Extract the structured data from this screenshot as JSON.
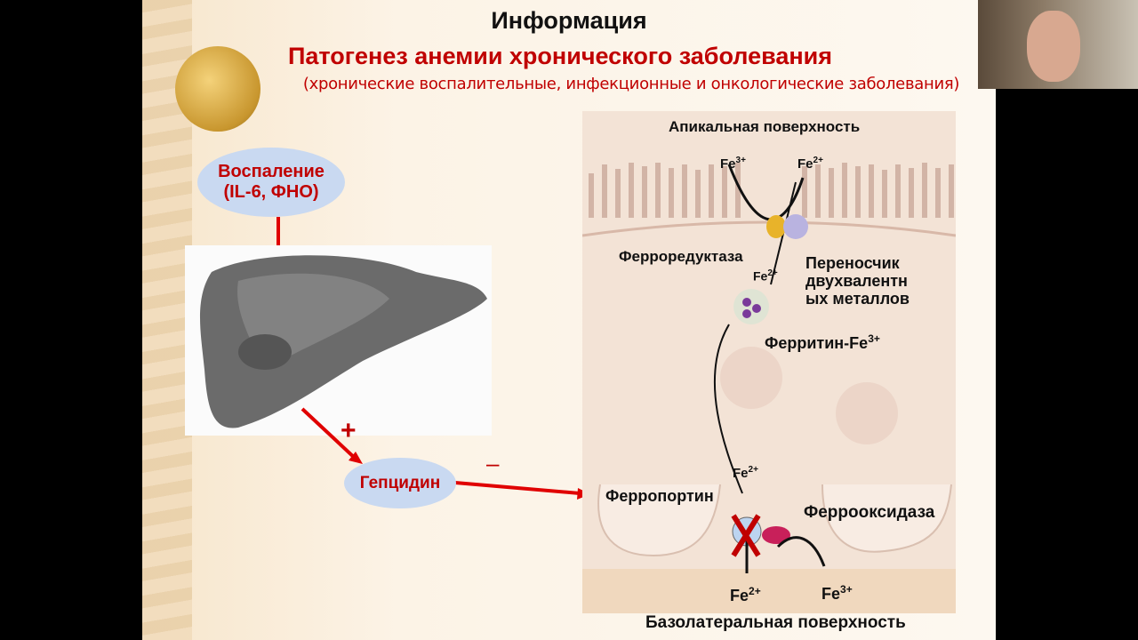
{
  "slide": {
    "heading": "Информация",
    "title": "Патогенез анемии хронического заболевания",
    "subtitle": "(хронические воспалительные, инфекционные и онкологические заболевания)",
    "inflammation": {
      "line1": "Воспаление",
      "line2": "(IL-6, ФНО)"
    },
    "plus": "+",
    "minus": "–",
    "hepcidin": "Гепцидин",
    "diagram": {
      "apical": "Апикальная поверхность",
      "fe3_top": "Fe",
      "fe3_top_sup": "3+",
      "fe2_top": "Fe",
      "fe2_top_sup": "2+",
      "ferroreductase": "Ферроредуктаза",
      "fe2_mid": "Fe",
      "fe2_mid_sup": "2+",
      "transporter": [
        "Переносчик",
        "двухвалентн",
        "ых металлов"
      ],
      "ferritin": "Ферритин-Fe",
      "ferritin_sup": "3+",
      "fe2_low": "Fe",
      "fe2_low_sup": "2+",
      "ferroportin": "Ферропортин",
      "ferrooxidase": "Ферроoксидаза",
      "fe2_bottom": "Fe",
      "fe2_bottom_sup": "2+",
      "fe3_bottom": "Fe",
      "fe3_bottom_sup": "3+",
      "basolateral": "Базолатеральная поверхность"
    }
  },
  "colors": {
    "accent": "#c00000",
    "ellipse": "#c9d9f1"
  }
}
